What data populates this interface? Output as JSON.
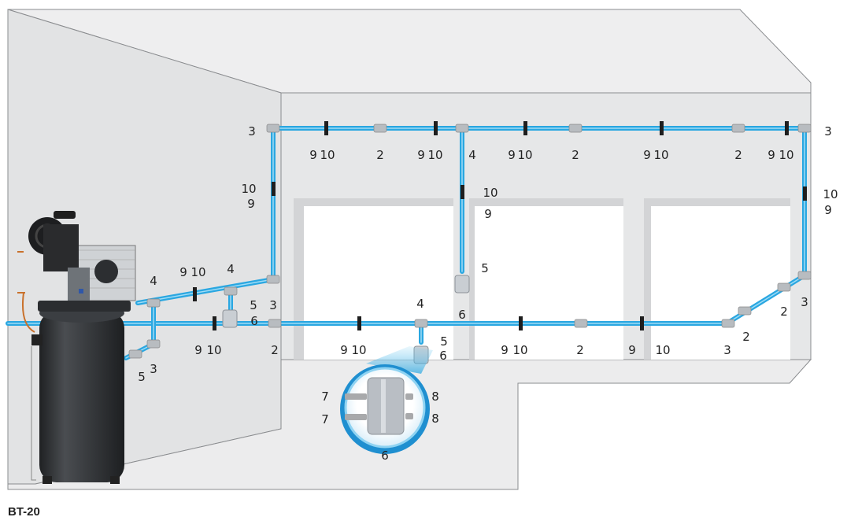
{
  "caption": "BT-20",
  "callouts": [
    "3",
    "9",
    "10",
    "2",
    "9",
    "10",
    "4",
    "9",
    "10",
    "2",
    "9",
    "10",
    "2",
    "9",
    "10",
    "3",
    "10",
    "9",
    "10",
    "9",
    "10",
    "9",
    "4",
    "9",
    "10",
    "4",
    "5",
    "6",
    "3",
    "9",
    "10",
    "2",
    "3",
    "5",
    "4",
    "5",
    "6",
    "9",
    "10",
    "9",
    "10",
    "2",
    "9",
    "10",
    "3",
    "2",
    "2",
    "3",
    "5",
    "6",
    "7",
    "7",
    "8",
    "8",
    "6"
  ],
  "colors": {
    "pipe": "#2aa7e1",
    "pipe_light": "#9fdcf6",
    "wall": "#e4e5e6",
    "ceiling": "#ededee",
    "tank": "#2c2e31",
    "fitting": "#b8bcc0"
  }
}
